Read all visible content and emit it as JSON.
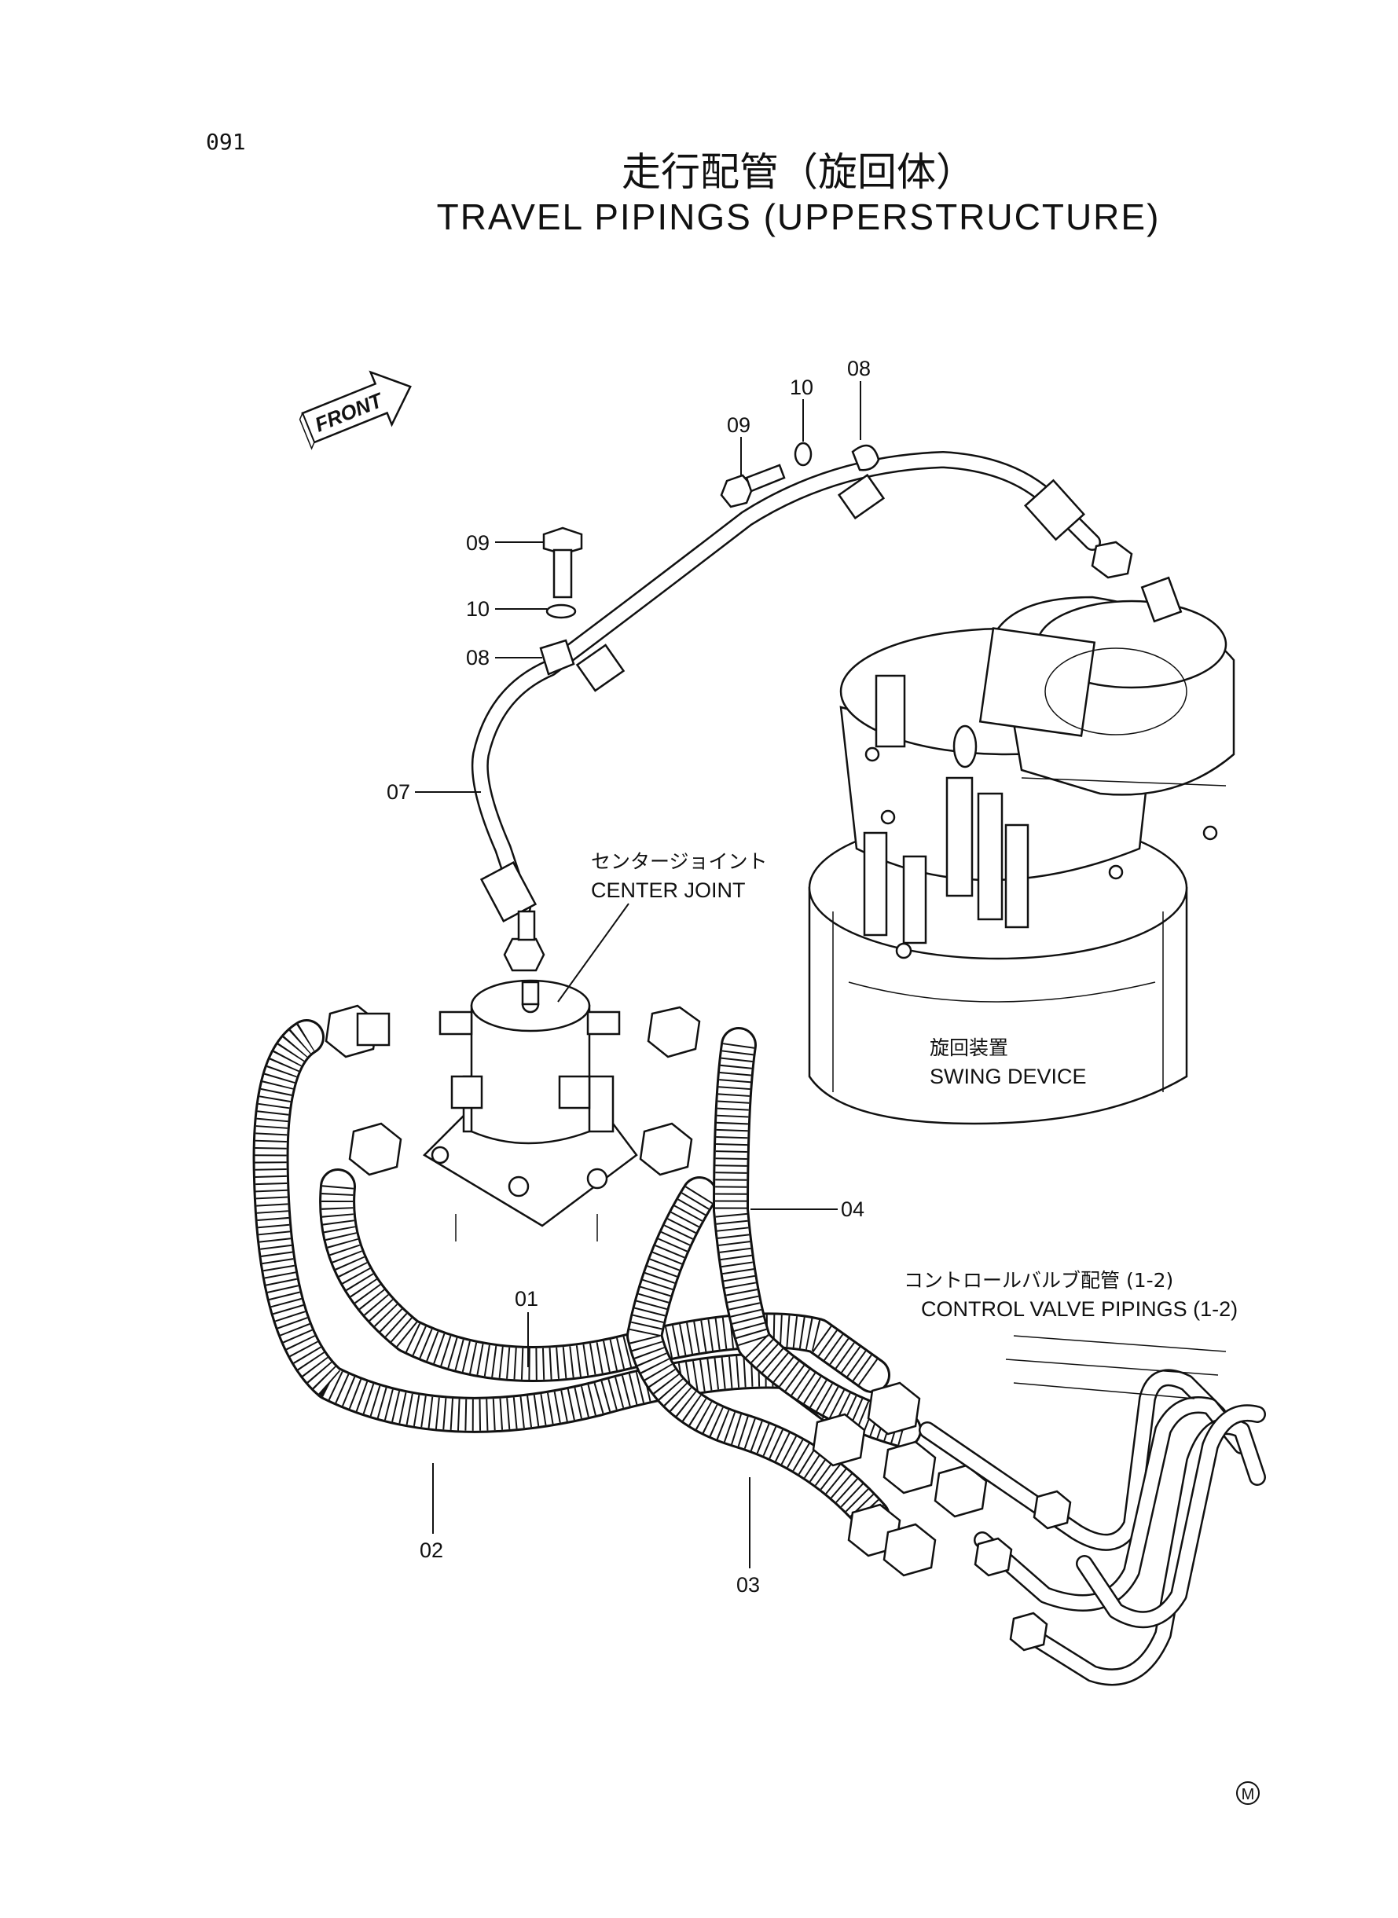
{
  "page_number": "091",
  "title_jp": "走行配管（旋回体）",
  "title_en": "TRAVEL PIPINGS (UPPERSTRUCTURE)",
  "front_marker": "FRONT",
  "callouts": {
    "c01": "01",
    "c02": "02",
    "c03": "03",
    "c04": "04",
    "c07": "07",
    "c08_top": "08",
    "c09_top": "09",
    "c10_top": "10",
    "c09_left": "09",
    "c10_left": "10",
    "c08_left": "08"
  },
  "labels": {
    "center_joint_jp": "センタージョイント",
    "center_joint_en": "CENTER JOINT",
    "swing_device_jp": "旋回装置",
    "swing_device_en": "SWING DEVICE",
    "control_valve_jp": "コントロールバルブ配管 (1-2)",
    "control_valve_en": "CONTROL VALVE PIPINGS (1-2)"
  },
  "maker_mark": "M"
}
